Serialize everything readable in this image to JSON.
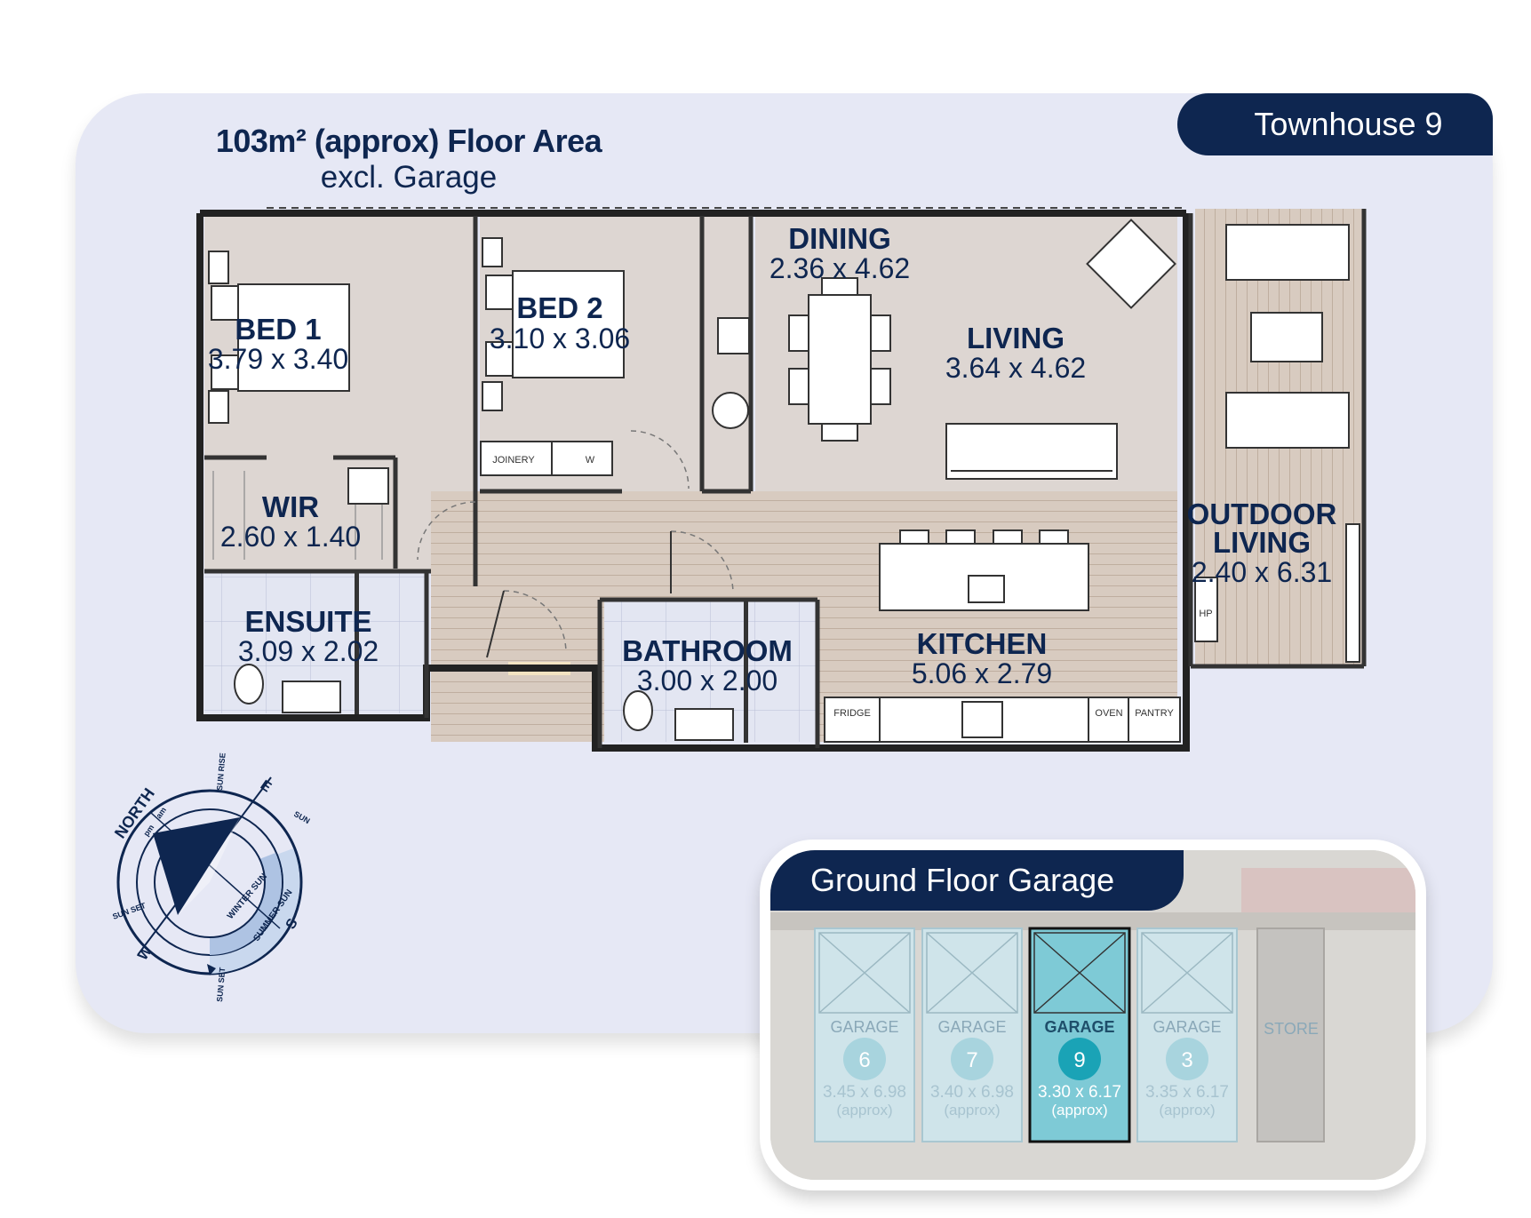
{
  "unit": {
    "badge": "Townhouse 9",
    "floor_area_title": "103m² (approx) Floor Area",
    "floor_area_sub": "excl. Garage"
  },
  "rooms": {
    "bed1": {
      "name": "BED 1",
      "dim": "3.79 x 3.40"
    },
    "bed2": {
      "name": "BED 2",
      "dim": "3.10 x 3.06"
    },
    "dining": {
      "name": "DINING",
      "dim": "2.36 x 4.62"
    },
    "living": {
      "name": "LIVING",
      "dim": "3.64 x 4.62"
    },
    "wir": {
      "name": "WIR",
      "dim": "2.60 x 1.40"
    },
    "ensuite": {
      "name": "ENSUITE",
      "dim": "3.09 x 2.02"
    },
    "bathroom": {
      "name": "BATHROOM",
      "dim": "3.00 x 2.00"
    },
    "kitchen": {
      "name": "KITCHEN",
      "dim": "5.06 x 2.79"
    },
    "outdoor": {
      "name_line1": "OUTDOOR",
      "name_line2": "LIVING",
      "dim": "2.40 x 6.31"
    }
  },
  "fixtures": {
    "joinery": "JOINERY",
    "washer": "W",
    "fridge": "FRIDGE",
    "oven": "OVEN",
    "pantry": "PANTRY",
    "heat_pump": "HP"
  },
  "compass": {
    "north": "NORTH",
    "e": "E",
    "s": "S",
    "w": "W",
    "pm": "pm",
    "am": "am",
    "sun_rise": "SUN RISE",
    "sun_set_left": "SUN SET",
    "sun_set_bottom": "SUN SET",
    "sun_right": "SUN",
    "winter_sun": "WINTER SUN",
    "summer_sun": "SUMMER SUN"
  },
  "garage": {
    "title": "Ground Floor Garage",
    "highlight_color": "#7ecad6",
    "units": [
      {
        "label": "GARAGE",
        "number": "6",
        "dim": "3.45 x 6.98",
        "approx": "(approx)",
        "selected": false
      },
      {
        "label": "GARAGE",
        "number": "7",
        "dim": "3.40 x 6.98",
        "approx": "(approx)",
        "selected": false
      },
      {
        "label": "GARAGE",
        "number": "9",
        "dim": "3.30 x 6.17",
        "approx": "(approx)",
        "selected": true
      },
      {
        "label": "GARAGE",
        "number": "3",
        "dim": "3.35 x 6.17",
        "approx": "(approx)",
        "selected": false
      }
    ],
    "store": "STORE"
  }
}
